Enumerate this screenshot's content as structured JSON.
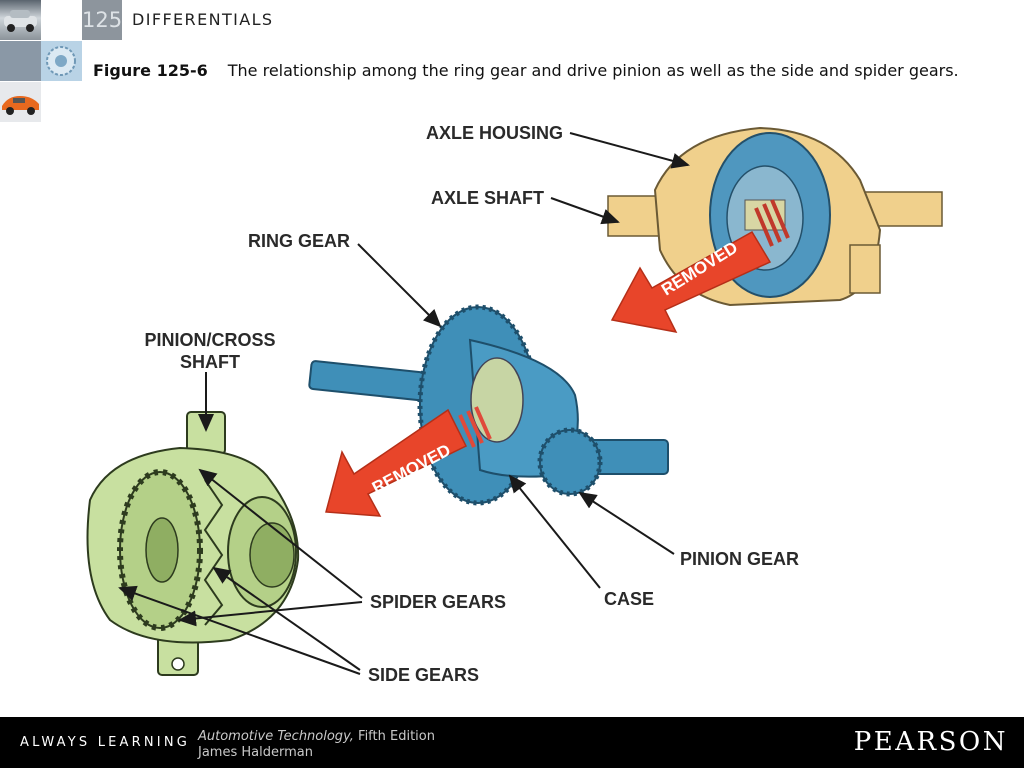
{
  "header": {
    "chapter_number": "125",
    "chapter_title": "DIFFERENTIALS"
  },
  "caption": {
    "figure_number": "Figure 125-6",
    "text": "The relationship among the ring gear and drive pinion as well as the side and spider gears."
  },
  "diagram": {
    "labels": {
      "axle_housing": "AXLE HOUSING",
      "axle_shaft": "AXLE SHAFT",
      "ring_gear": "RING GEAR",
      "pinion_cross_line1": "PINION/CROSS",
      "pinion_cross_line2": "SHAFT",
      "pinion_gear": "PINION GEAR",
      "case": "CASE",
      "spider_gears": "SPIDER GEARS",
      "side_gears": "SIDE GEARS"
    },
    "arrows": {
      "removed_top": "REMOVED",
      "removed_middle": "REMOVED"
    },
    "colors": {
      "housing": "#f0d08c",
      "case_blue": "#3f8fb8",
      "spider_green": "#c8e0a0",
      "removed_arrow": "#e8452a",
      "stripe_red": "#e04a3a"
    }
  },
  "footer": {
    "tagline": "ALWAYS LEARNING",
    "book_title": "Automotive Technology,",
    "edition": "Fifth Edition",
    "author": "James Halderman",
    "publisher": "PEARSON"
  }
}
